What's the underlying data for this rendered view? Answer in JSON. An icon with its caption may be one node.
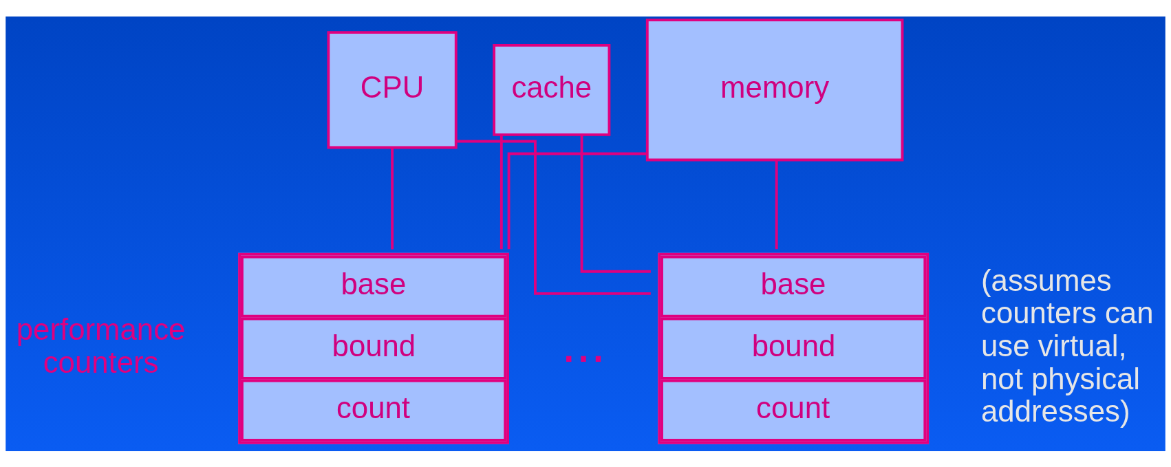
{
  "diagram": {
    "nodes": [
      {
        "text": [
          "CPU"
        ]
      },
      {
        "text": [
          "cache"
        ]
      },
      {
        "text": [
          "memory"
        ]
      },
      {
        "text": [
          "base",
          "bound",
          "count"
        ]
      },
      {
        "text": [
          "base",
          "bound",
          "count"
        ]
      }
    ],
    "edges": [
      {
        "from": 0,
        "to": 3,
        "arrow": "none"
      },
      {
        "from": 1,
        "to": 3,
        "arrow": "none"
      },
      {
        "from": 2,
        "to": 3,
        "arrow": "none"
      },
      {
        "from": 0,
        "to": 4,
        "arrow": "none"
      },
      {
        "from": 1,
        "to": 4,
        "arrow": "none"
      },
      {
        "from": 2,
        "to": 4,
        "arrow": "none"
      }
    ],
    "labels": [
      "performance counters",
      "...",
      "(assumes counters can use virtual, not physical addresses)"
    ]
  }
}
